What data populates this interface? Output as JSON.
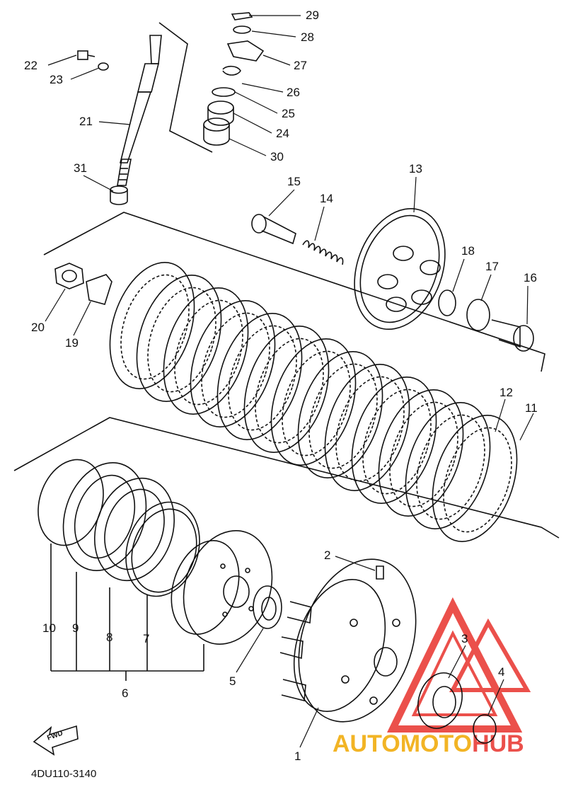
{
  "diagram": {
    "code": "4DU110-3140",
    "direction_label": "FWD",
    "watermark": {
      "part1": "AUTOMOTO",
      "part2": "HUB",
      "accent": "#e8322c",
      "secondary": "#f0a800"
    },
    "callouts": [
      {
        "id": "c1",
        "label": "1"
      },
      {
        "id": "c2",
        "label": "2"
      },
      {
        "id": "c3",
        "label": "3"
      },
      {
        "id": "c4",
        "label": "4"
      },
      {
        "id": "c5",
        "label": "5"
      },
      {
        "id": "c6",
        "label": "6"
      },
      {
        "id": "c7",
        "label": "7"
      },
      {
        "id": "c8",
        "label": "8"
      },
      {
        "id": "c9",
        "label": "9"
      },
      {
        "id": "c10",
        "label": "10"
      },
      {
        "id": "c11",
        "label": "11"
      },
      {
        "id": "c12",
        "label": "12"
      },
      {
        "id": "c13",
        "label": "13"
      },
      {
        "id": "c14",
        "label": "14"
      },
      {
        "id": "c15",
        "label": "15"
      },
      {
        "id": "c16",
        "label": "16"
      },
      {
        "id": "c17",
        "label": "17"
      },
      {
        "id": "c18",
        "label": "18"
      },
      {
        "id": "c19",
        "label": "19"
      },
      {
        "id": "c20",
        "label": "20"
      },
      {
        "id": "c21",
        "label": "21"
      },
      {
        "id": "c22",
        "label": "22"
      },
      {
        "id": "c23",
        "label": "23"
      },
      {
        "id": "c24",
        "label": "24"
      },
      {
        "id": "c25",
        "label": "25"
      },
      {
        "id": "c26",
        "label": "26"
      },
      {
        "id": "c27",
        "label": "27"
      },
      {
        "id": "c28",
        "label": "28"
      },
      {
        "id": "c29",
        "label": "29"
      },
      {
        "id": "c30",
        "label": "30"
      },
      {
        "id": "c31",
        "label": "31"
      }
    ]
  }
}
